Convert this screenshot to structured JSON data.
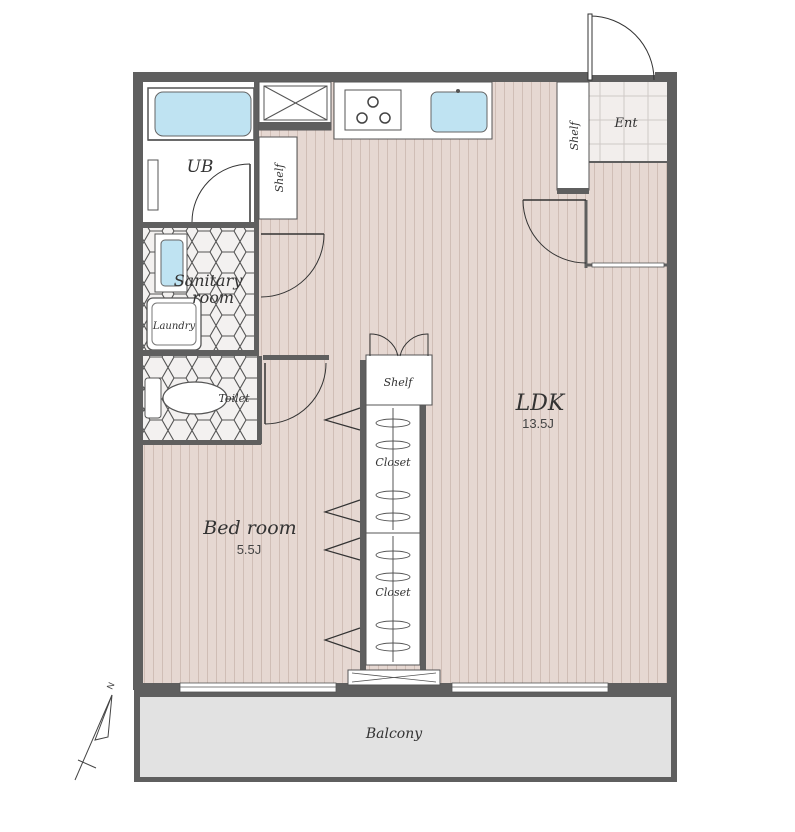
{
  "rooms": {
    "ub": "UB",
    "sanitary_line1": "Sanitary",
    "sanitary_line2": "room",
    "laundry": "Laundry",
    "toilet": "Toilet",
    "bedroom": "Bed room",
    "bedroom_area": "5.5J",
    "ldk": "LDK",
    "ldk_area": "13.5J",
    "entrance": "Ent",
    "balcony": "Balcony"
  },
  "storage": {
    "shelf_kitchen": "Shelf",
    "shelf_entrance": "Shelf",
    "shelf_hall": "Shelf",
    "closet_upper": "Closet",
    "closet_lower": "Closet"
  },
  "compass": {
    "north": "N"
  },
  "colors": {
    "wall": "#5f5f5f",
    "floor_wood": "#e6d8d2",
    "floor_stripe": "#d3c2bb",
    "tile_bg": "#f2eeec",
    "hex_tile": "#444444",
    "fixture_blue": "#bfe3f2",
    "balcony": "#e2e2e2"
  }
}
